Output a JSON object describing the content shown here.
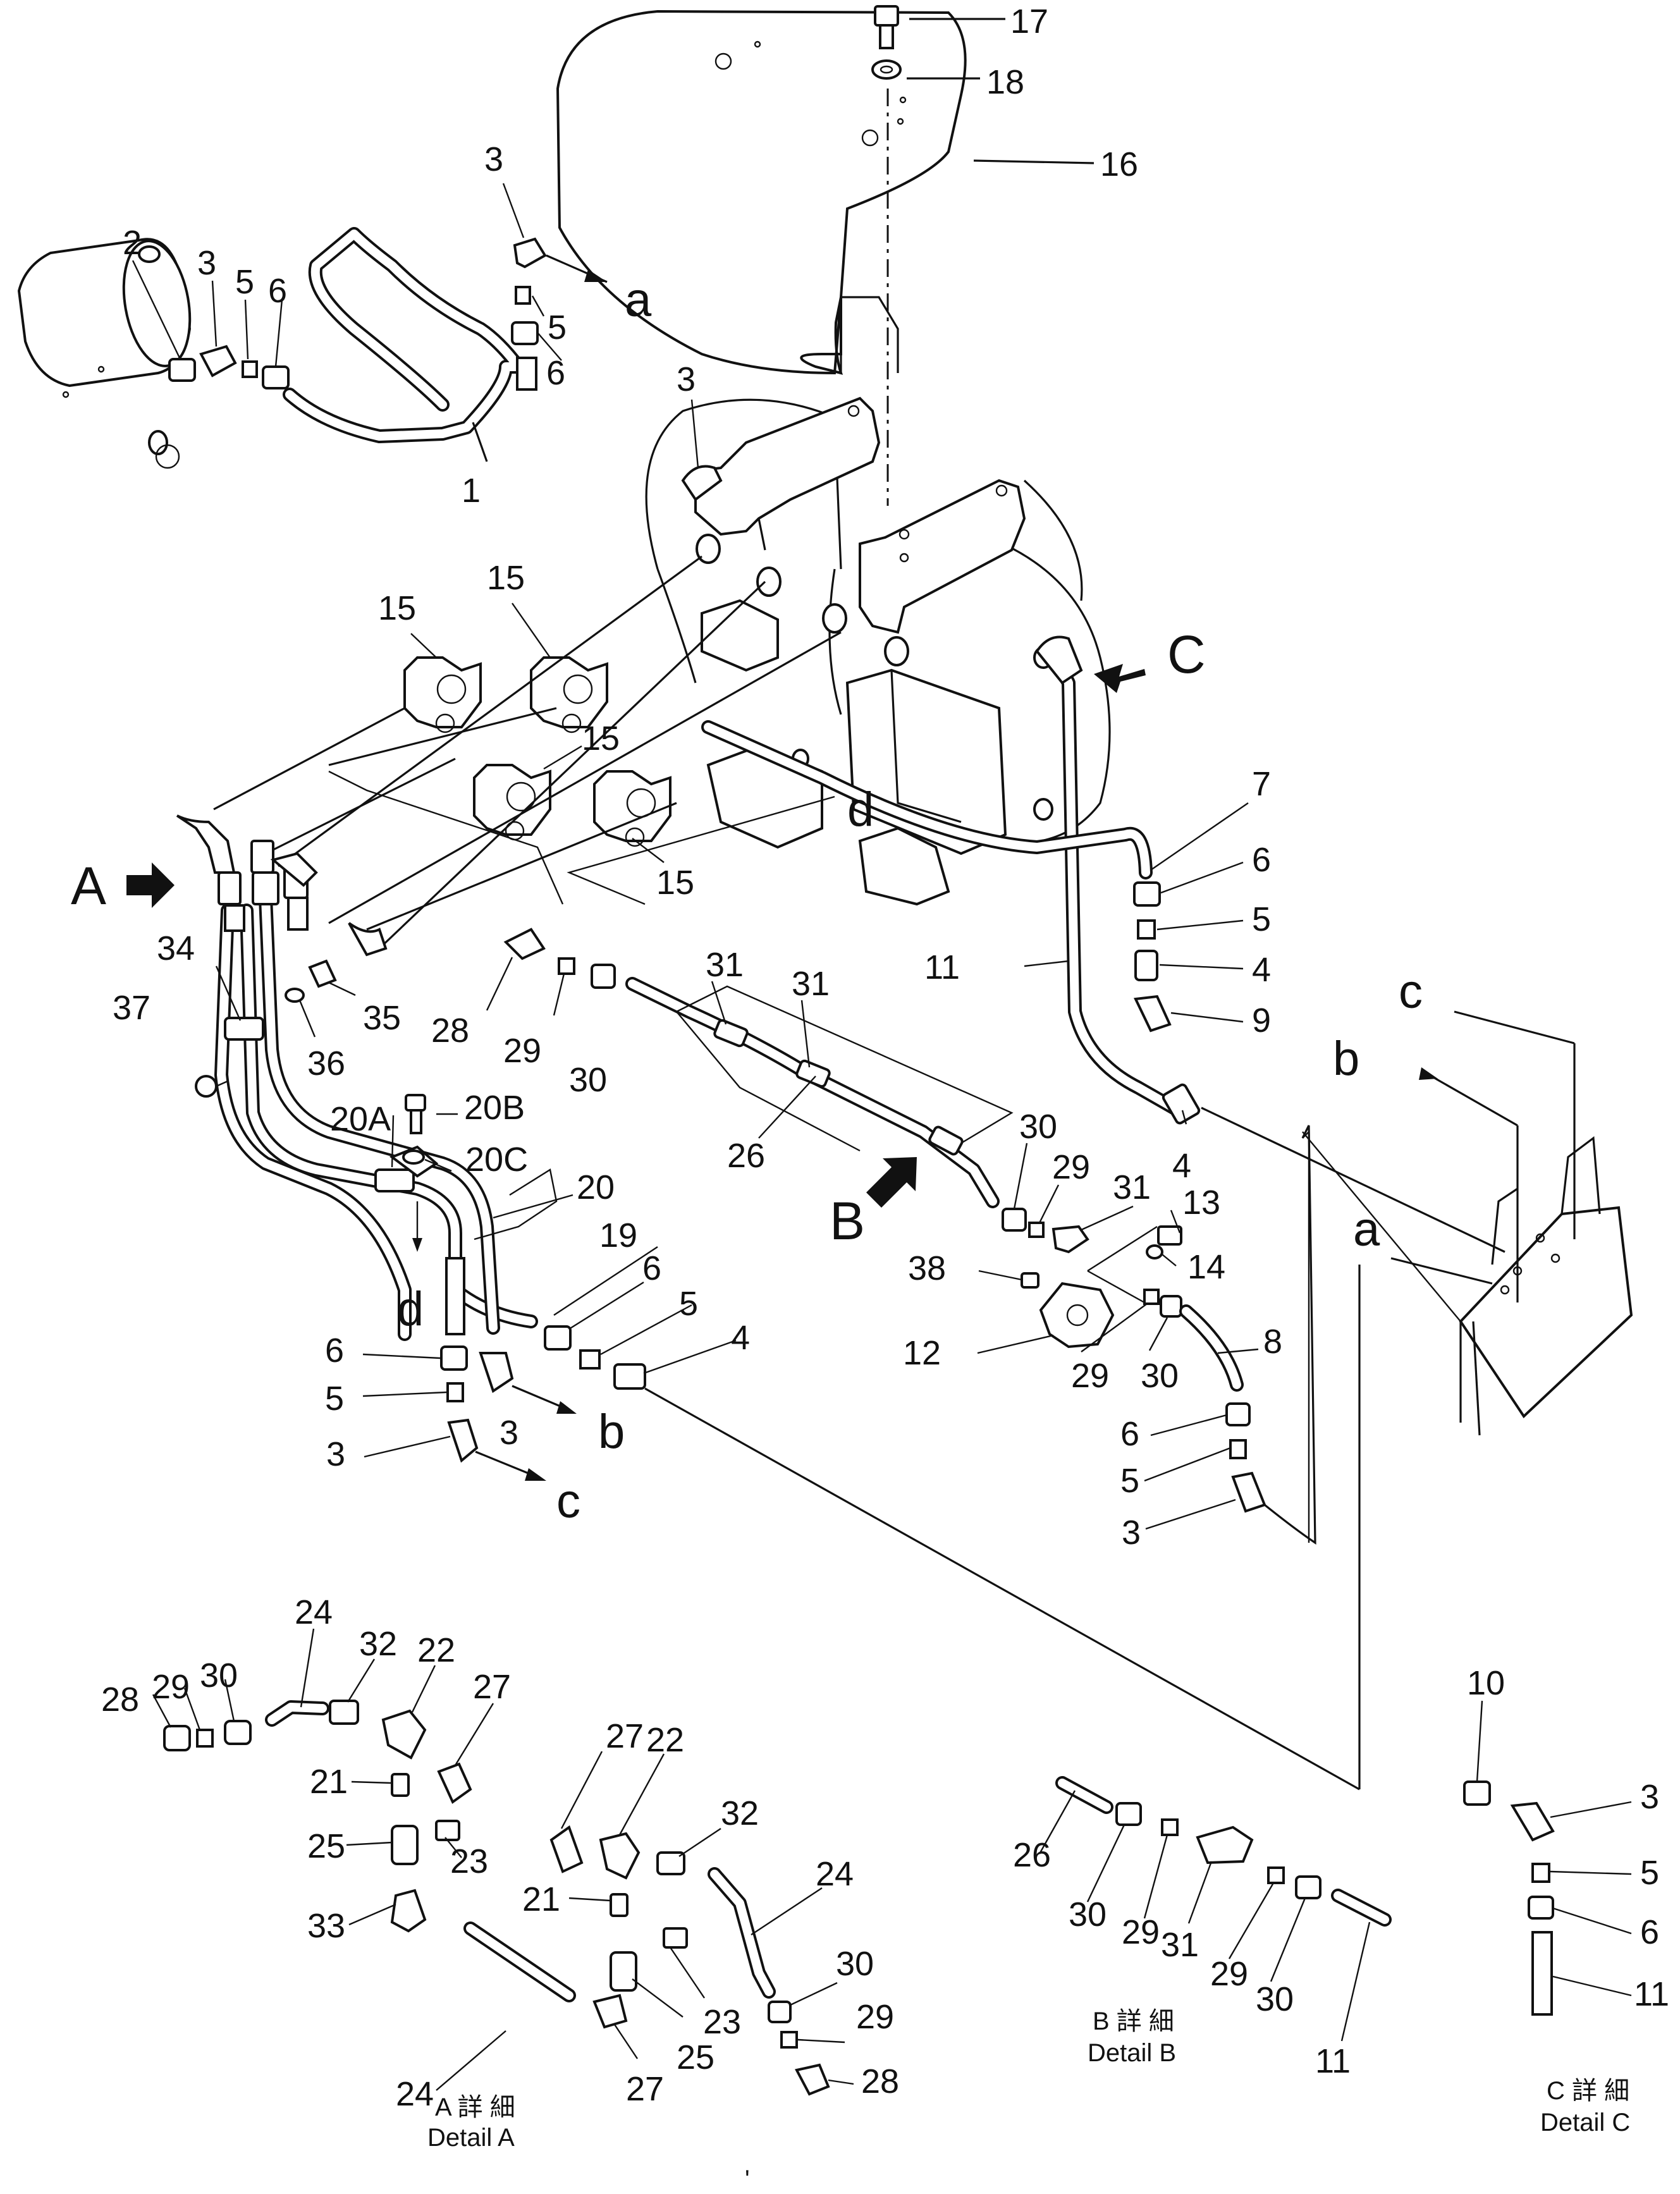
{
  "labels": {
    "p1": "1",
    "p2": "2",
    "p3a": "3",
    "p3b": "3",
    "p3c": "3",
    "p3d": "3",
    "p3e": "3",
    "p3f": "3",
    "p3g": "3",
    "p4a": "4",
    "p4b": "4",
    "p4c": "4",
    "p5a": "5",
    "p5b": "5",
    "p5c": "5",
    "p5d": "5",
    "p5e": "5",
    "p5f": "5",
    "p5g": "5",
    "p6a": "6",
    "p6b": "6",
    "p6c": "6",
    "p6d": "6",
    "p6e": "6",
    "p6f": "6",
    "p6g": "6",
    "p7": "7",
    "p8": "8",
    "p9": "9",
    "p10": "10",
    "p11a": "11",
    "p11b": "11",
    "p11c": "11",
    "p12": "12",
    "p13": "13",
    "p14": "14",
    "p15a": "15",
    "p15b": "15",
    "p15c": "15",
    "p15d": "15",
    "p16": "16",
    "p17": "17",
    "p18": "18",
    "p19": "19",
    "p20": "20",
    "p20A": "20A",
    "p20B": "20B",
    "p20C": "20C",
    "p21a": "21",
    "p21b": "21",
    "p22a": "22",
    "p22b": "22",
    "p23a": "23",
    "p23b": "23",
    "p24a": "24",
    "p24b": "24",
    "p24c": "24",
    "p25a": "25",
    "p25b": "25",
    "p26a": "26",
    "p26b": "26",
    "p27a": "27",
    "p27b": "27",
    "p27c": "27",
    "p28a": "28",
    "p28b": "28",
    "p28c": "28",
    "p29a": "29",
    "p29b": "29",
    "p29c": "29",
    "p29d": "29",
    "p29e": "29",
    "p29f": "29",
    "p29g": "29",
    "p30a": "30",
    "p30b": "30",
    "p30c": "30",
    "p30d": "30",
    "p30e": "30",
    "p30f": "30",
    "p30g": "30",
    "p31a": "31",
    "p31b": "31",
    "p31c": "31",
    "p31d": "31",
    "p32a": "32",
    "p32b": "32",
    "p33": "33",
    "p34": "34",
    "p35": "35",
    "p36": "36",
    "p37": "37",
    "p38": "38"
  },
  "view_markers": {
    "A": "A",
    "B": "B",
    "C": "C",
    "a1": "a",
    "a2": "a",
    "b1": "b",
    "b2": "b",
    "c1": "c",
    "c2": "c",
    "d1": "d",
    "d2": "d"
  },
  "details": {
    "A_jp": "A 詳 細",
    "A_en": "Detail  A",
    "B_jp": "B 詳 細",
    "B_en": "Detail  B",
    "C_jp": "C 詳 細",
    "C_en": "Detail  C"
  },
  "footer_mark": "'"
}
